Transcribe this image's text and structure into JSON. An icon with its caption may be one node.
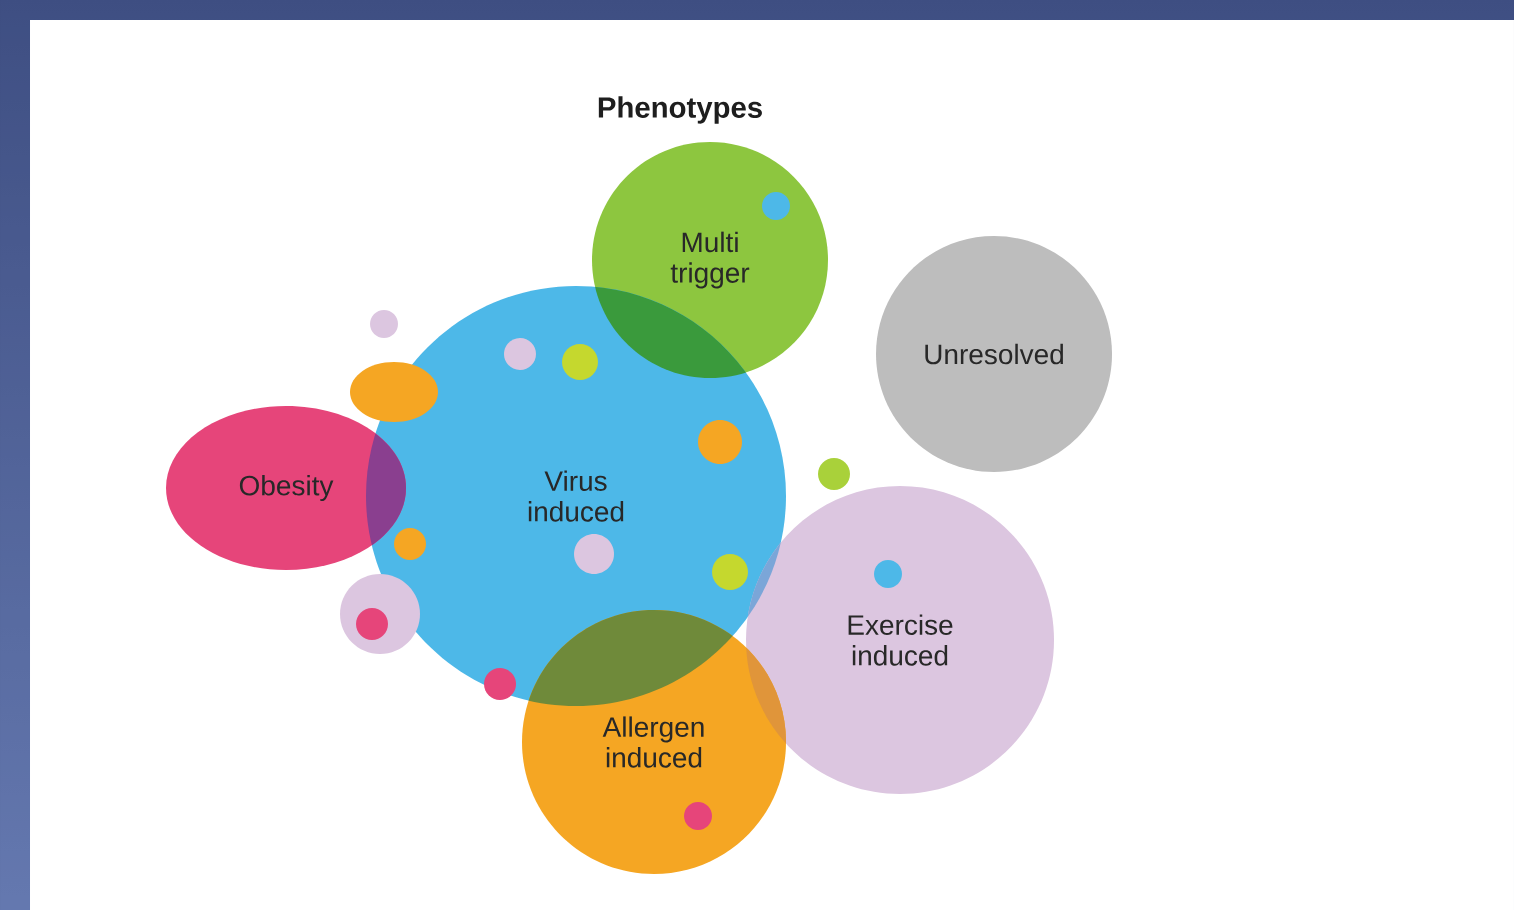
{
  "diagram": {
    "title": "Phenotypes",
    "nodes": [
      {
        "text": [
          "Multi trigger"
        ]
      },
      {
        "text": [
          "Unresolved"
        ]
      },
      {
        "text": [
          "Virus induced"
        ]
      },
      {
        "text": [
          "Obesity"
        ]
      },
      {
        "text": [
          "Exercise induced"
        ]
      },
      {
        "text": [
          "Allergen induced"
        ]
      }
    ]
  }
}
